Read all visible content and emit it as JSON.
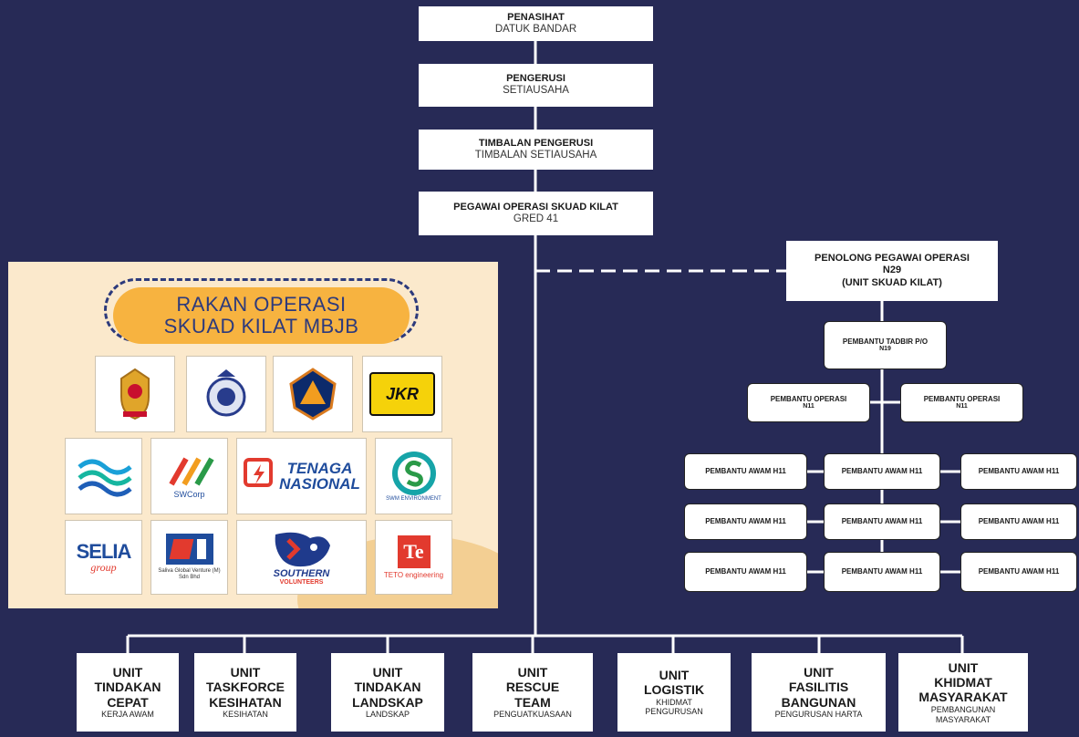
{
  "top_chain": [
    {
      "title": "PENASIHAT",
      "subtitle": "DATUK BANDAR"
    },
    {
      "title": "PENGERUSI",
      "subtitle": "SETIAUSAHA"
    },
    {
      "title": "TIMBALAN PENGERUSI",
      "subtitle": "TIMBALAN SETIAUSAHA"
    },
    {
      "title": "PEGAWAI OPERASI SKUAD KILAT",
      "subtitle": "GRED 41"
    }
  ],
  "penolong": {
    "line1": "PENOLONG PEGAWAI OPERASI",
    "line2": "N29",
    "line3": "(UNIT SKUAD KILAT)"
  },
  "tadbir": {
    "title": "PEMBANTU TADBIR P/O",
    "grade": "N19"
  },
  "operasi": [
    {
      "title": "PEMBANTU OPERASI",
      "grade": "N11"
    },
    {
      "title": "PEMBANTU OPERASI",
      "grade": "N11"
    }
  ],
  "awam_label": "PEMBANTU AWAM H11",
  "units": [
    {
      "line1": "UNIT",
      "line2": "TINDAKAN",
      "line3": "CEPAT",
      "sub": "KERJA AWAM"
    },
    {
      "line1": "UNIT",
      "line2": "TASKFORCE",
      "line3": "KESIHATAN",
      "sub": "KESIHATAN"
    },
    {
      "line1": "UNIT",
      "line2": "TINDAKAN",
      "line3": "LANDSKAP",
      "sub": "LANDSKAP"
    },
    {
      "line1": "UNIT",
      "line2": "RESCUE",
      "line3": "TEAM",
      "sub": "PENGUATKUASAAN"
    },
    {
      "line1": "UNIT",
      "line2": "LOGISTIK",
      "line3": "",
      "sub": "KHIDMAT PENGURUSAN"
    },
    {
      "line1": "UNIT",
      "line2": "FASILITIS",
      "line3": "BANGUNAN",
      "sub": "PENGURUSAN HARTA"
    },
    {
      "line1": "UNIT",
      "line2": "KHIDMAT",
      "line3": "MASYARAKAT",
      "sub": "PEMBANGUNAN MASYARAKAT"
    }
  ],
  "partners": {
    "banner_line1": "RAKAN OPERASI",
    "banner_line2": "SKUAD KILAT MBJB",
    "logos": {
      "jkr": "JKR",
      "tenaga1": "TENAGA",
      "tenaga2": "NASIONAL",
      "swcorp": "SWCorp",
      "swm": "SWM ENVIRONMENT",
      "selia1": "SELIA",
      "selia2": "group",
      "si": "Saliva Global Venture (M) Sdn Bhd",
      "southern1": "SOUTHERN",
      "southern2": "VOLUNTEERS",
      "teto": "TETO engineering"
    }
  },
  "colors": {
    "background": "#272a56",
    "box": "#ffffff",
    "line": "#ffffff",
    "banner": "#f7b340",
    "banner_text": "#2d3a7c"
  }
}
